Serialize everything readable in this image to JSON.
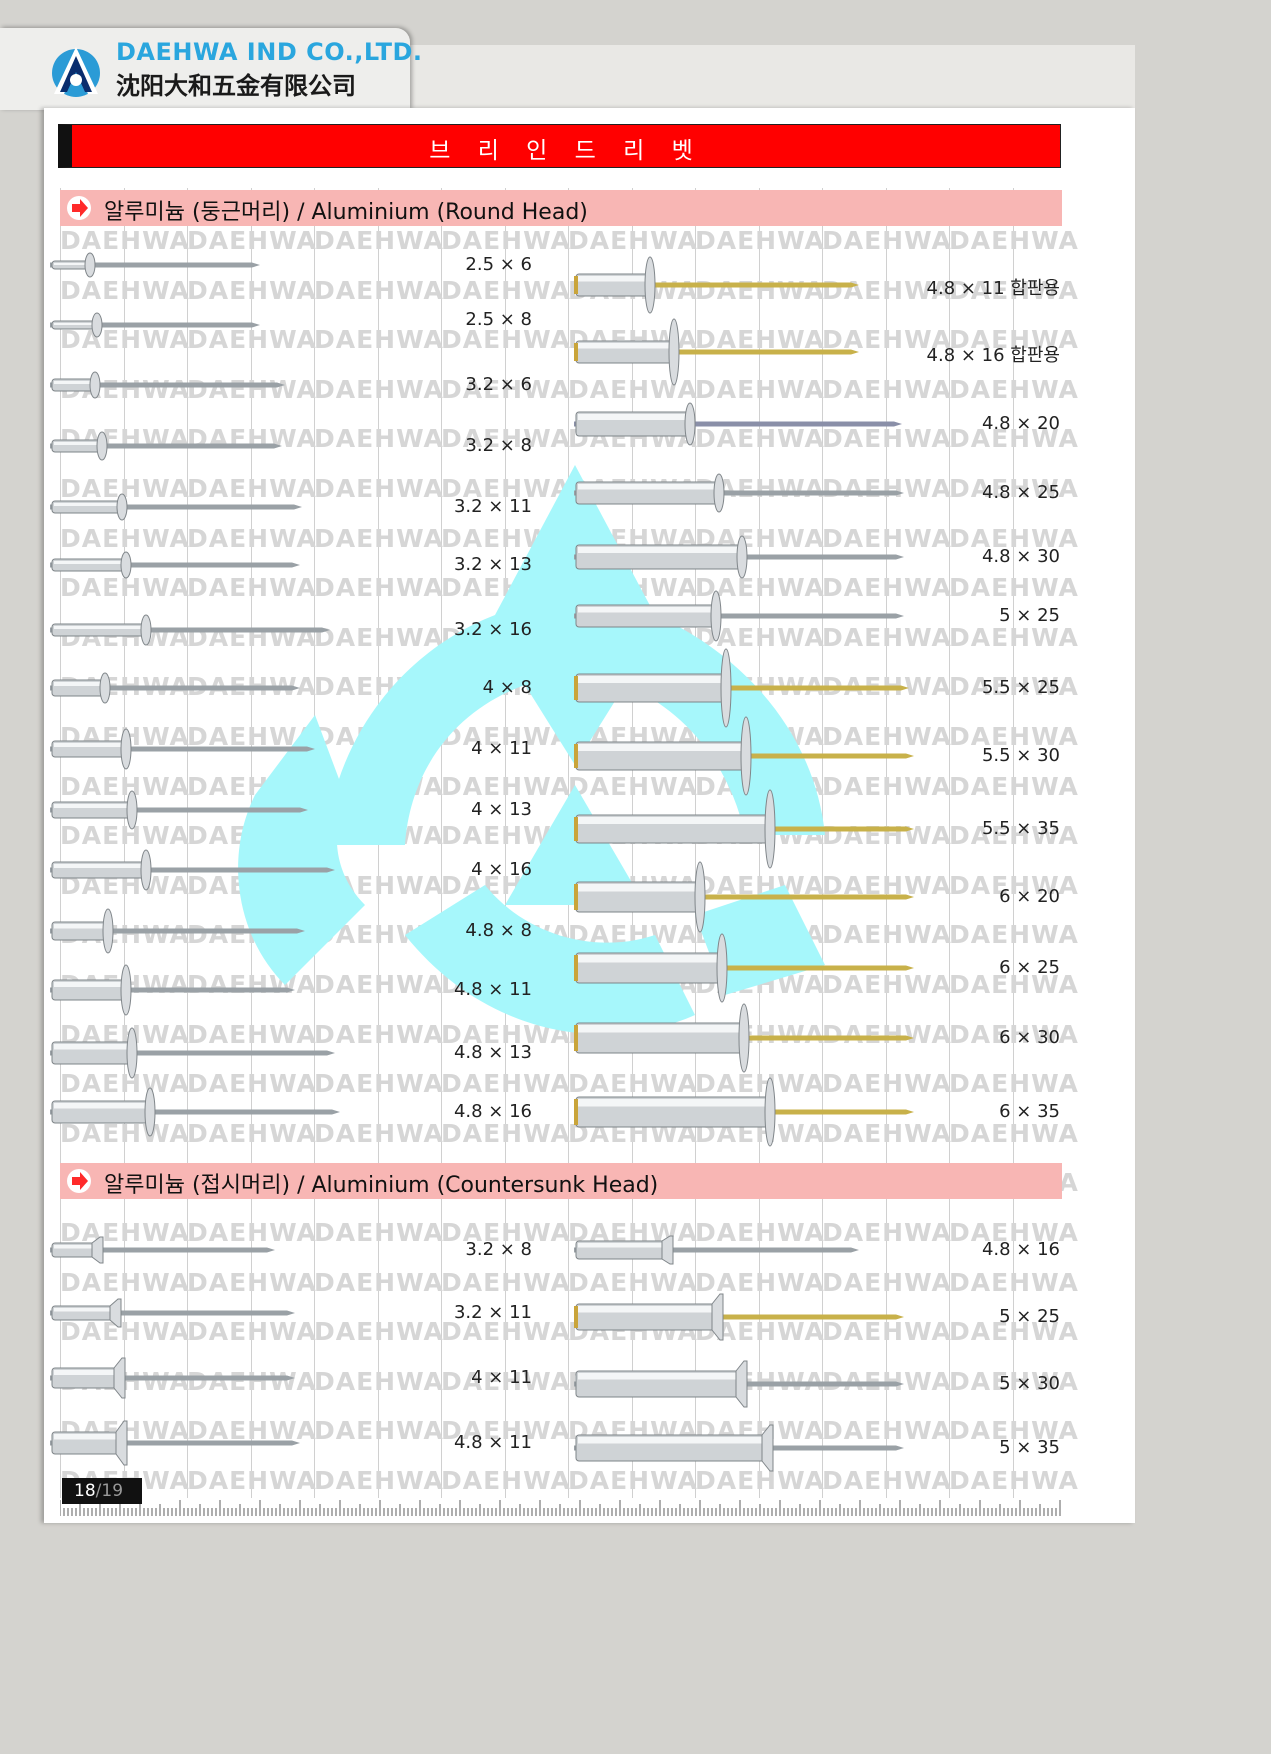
{
  "header": {
    "company_en": "DAEHWA IND CO.,LTD.",
    "company_zh": "沈阳大和五金有限公司",
    "title": "브 리 인 드 리 벳"
  },
  "sections": [
    {
      "title_ko": "알루미늄 (둥근머리)",
      "title_sep": " / ",
      "title_en": "Aluminium (Round Head)"
    },
    {
      "title_ko": "알루미늄 (접시머리)",
      "title_sep": " / ",
      "title_en": "Aluminium (Countersunk Head)"
    }
  ],
  "round_left": [
    "2.5 × 6",
    "2.5 × 8",
    "3.2 × 6",
    "3.2 × 8",
    "3.2 × 11",
    "3.2 × 13",
    "3.2 × 16",
    "4 × 8",
    "4 × 11",
    "4 × 13",
    "4 × 16",
    "4.8 × 8",
    "4.8 × 11",
    "4.8 × 13",
    "4.8 × 16"
  ],
  "round_right": [
    "4.8 × 11 합판용",
    "4.8 × 16 합판용",
    "4.8 × 20",
    "4.8 × 25",
    "4.8 × 30",
    "5 × 25",
    "5.5 × 25",
    "5.5 × 30",
    "5.5 × 35",
    "6 × 20",
    "6 × 25",
    "6 × 30",
    "6 × 35"
  ],
  "csk_left": [
    "3.2 × 8",
    "3.2 × 11",
    "4 × 11",
    "4.8 × 11"
  ],
  "csk_right": [
    "4.8 × 16",
    "5 × 25",
    "5 × 30",
    "5 × 35"
  ],
  "watermark_text": "DAEHWA",
  "page": {
    "current": "18",
    "separator": "/",
    "total": "19"
  },
  "colors": {
    "title_bar": "#ff0000",
    "section_bar": "#f8b6b4",
    "brand_blue": "#2aa6de",
    "watermark_logo": "#a6f7fb"
  }
}
